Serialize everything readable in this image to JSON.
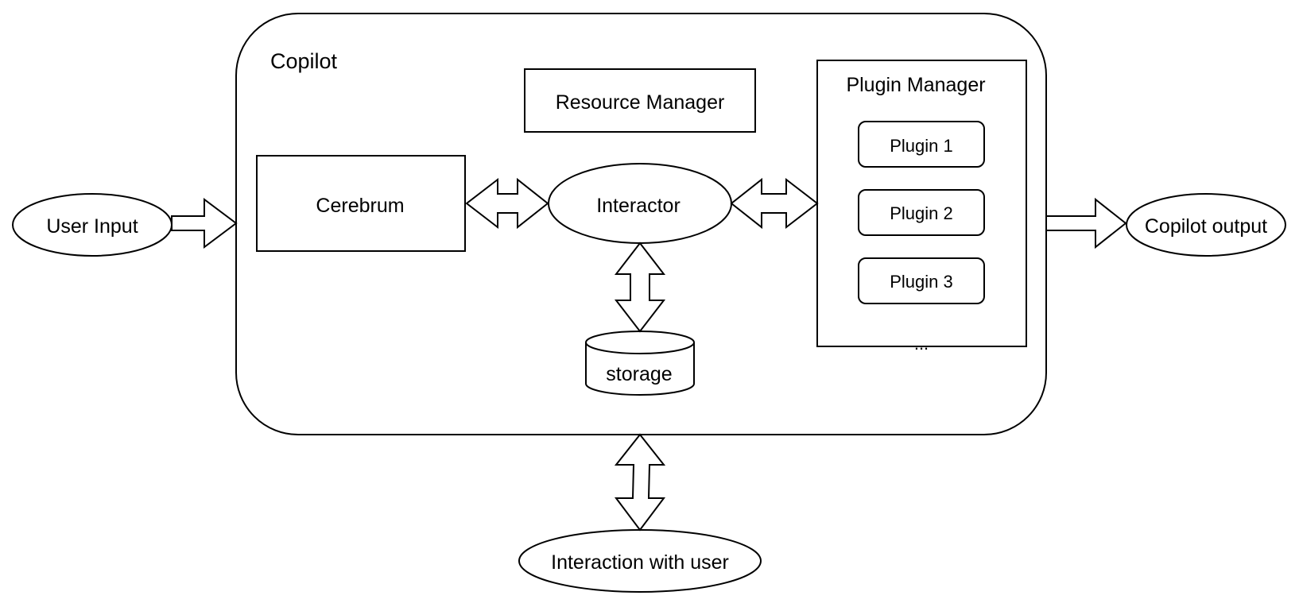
{
  "diagram": {
    "container": {
      "title": "Copilot"
    },
    "resource_manager": {
      "label": "Resource Manager"
    },
    "cerebrum": {
      "label": "Cerebrum"
    },
    "interactor": {
      "label": "Interactor"
    },
    "storage": {
      "label": "storage"
    },
    "plugin_manager": {
      "title": "Plugin Manager",
      "plugins": [
        "Plugin 1",
        "Plugin 2",
        "Plugin 3"
      ],
      "more": "..."
    },
    "user_input": {
      "label": "User Input"
    },
    "copilot_output": {
      "label": "Copilot output"
    },
    "interaction_with_user": {
      "label": "Interaction with user"
    }
  }
}
